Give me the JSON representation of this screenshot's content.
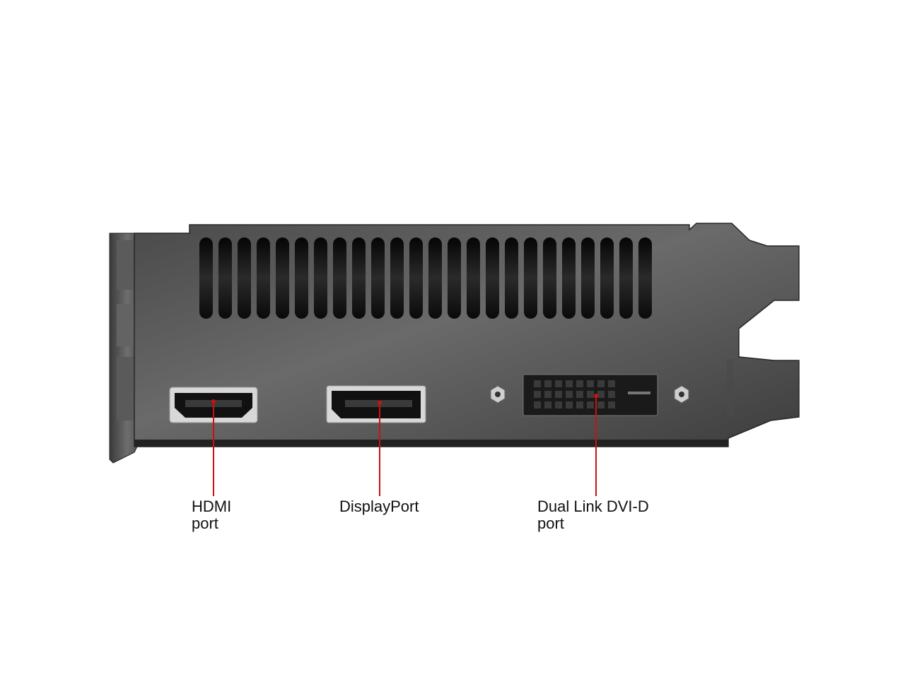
{
  "callouts": {
    "hdmi": {
      "line1": "HDMI",
      "line2": "port"
    },
    "displayport": {
      "line1": "DisplayPort"
    },
    "dvi": {
      "line1": "Dual Link DVI-D",
      "line2": "port"
    }
  },
  "colors": {
    "background": "#ffffff",
    "bracket": "#555555",
    "bracket_dark": "#2e2e2e",
    "callout_line": "#cc1111",
    "label_text": "#111111"
  }
}
